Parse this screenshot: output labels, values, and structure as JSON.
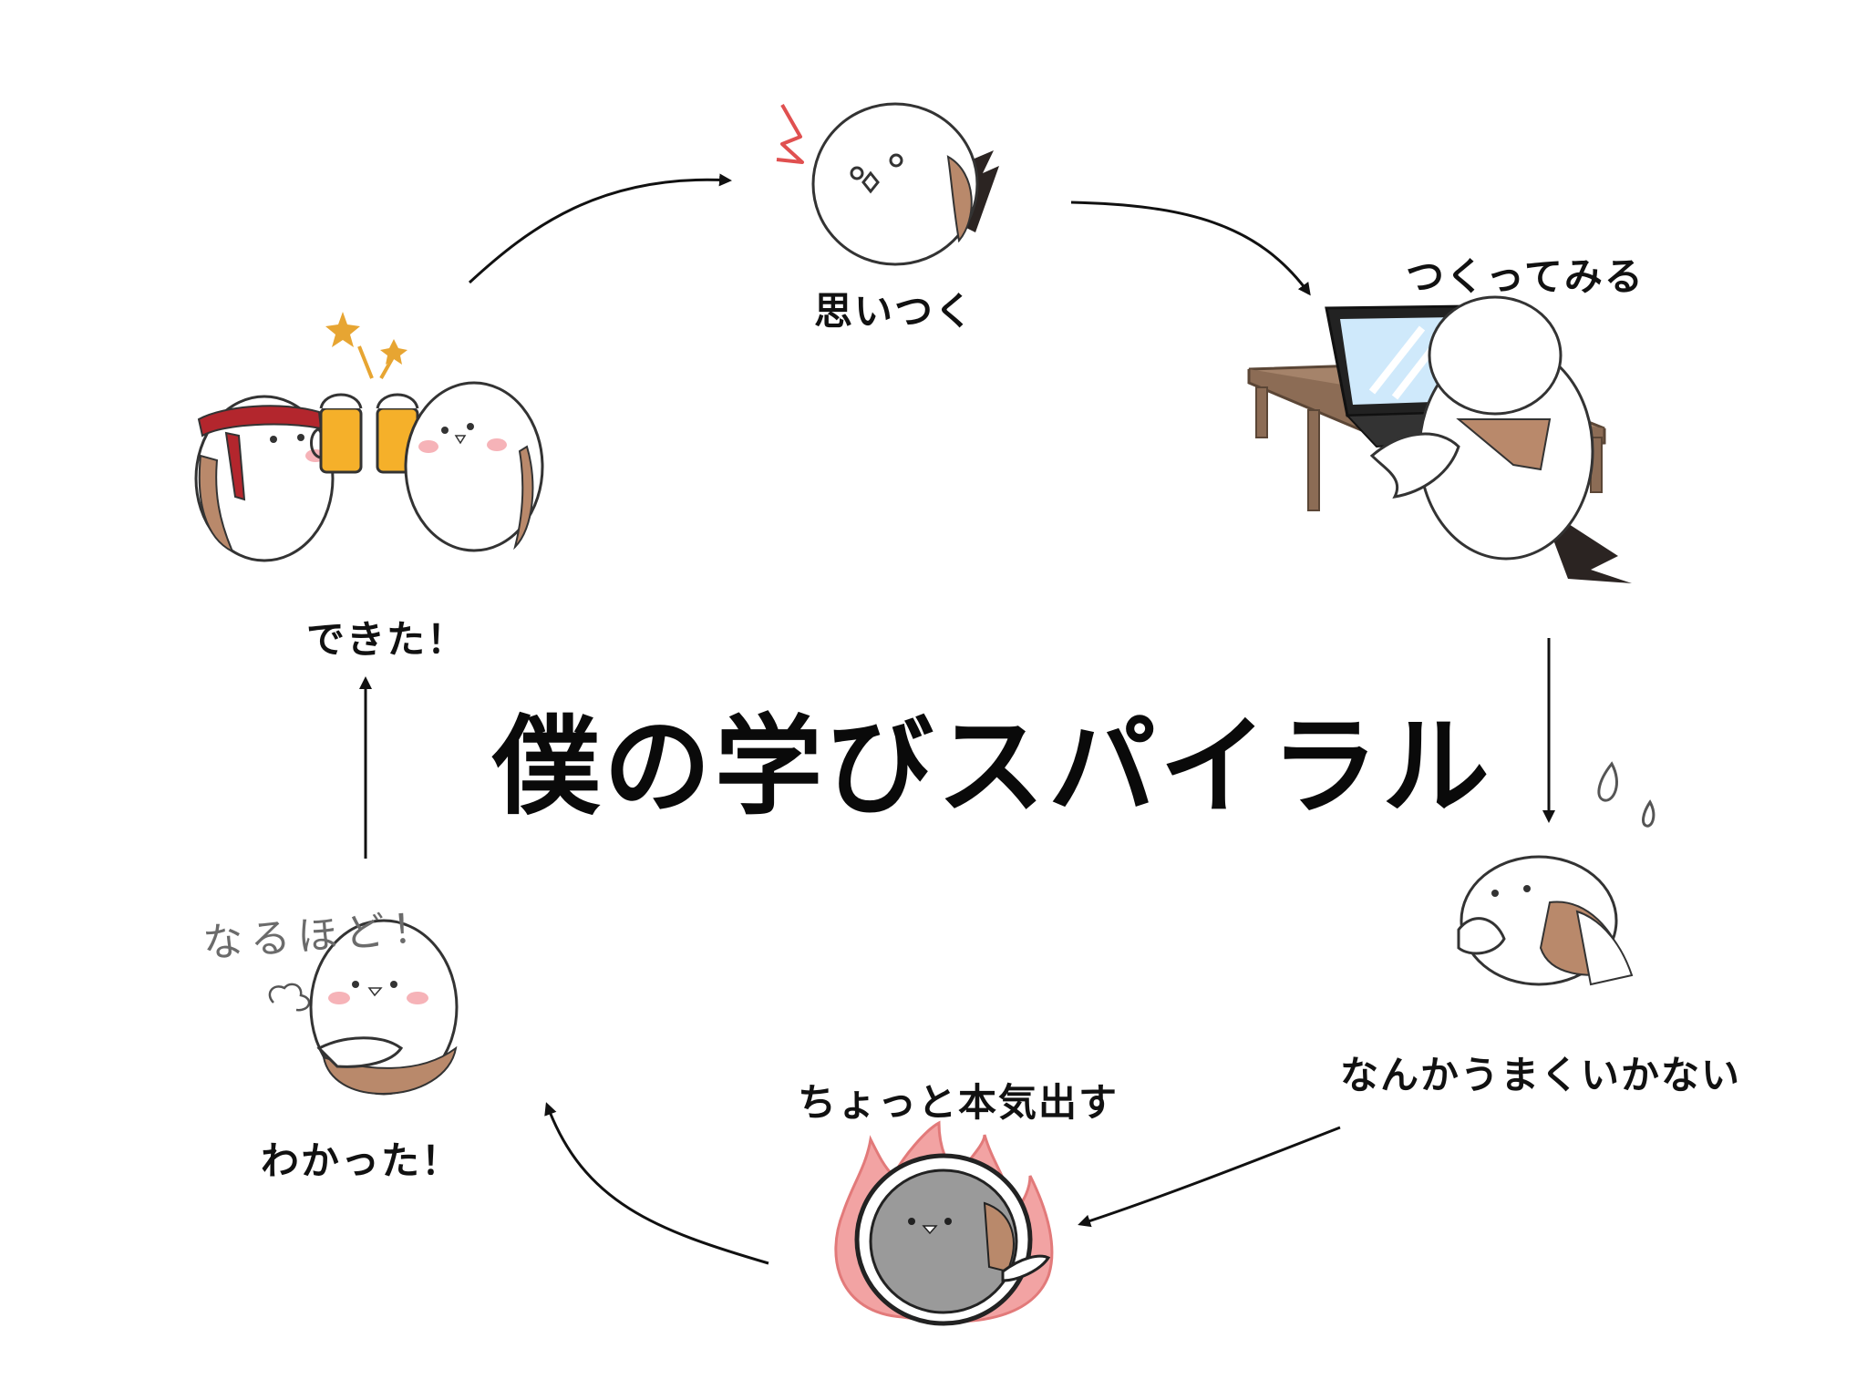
{
  "title": "僕の学びスパイラル",
  "steps": {
    "idea": "思いつく",
    "build": "つくってみる",
    "stuck": "なんかうまくいかない",
    "effort": "ちょっと本気出す",
    "understood": "わかった！",
    "done": "できた！"
  },
  "annotations": {
    "naruhodo": "なるほど！"
  },
  "colors": {
    "ink": "#111111",
    "bird_body": "#ffffff",
    "bird_wing": "#b9896b",
    "bird_tail": "#2b2422",
    "cheek": "#f6b3b8",
    "fire": "#f2a3a3",
    "beer": "#f5b02a",
    "headband": "#b3262d",
    "laptop_screen": "#cfe9fb",
    "table": "#a5836a",
    "sparkle": "#e7a532"
  },
  "icons": [
    "surprised-bird-icon",
    "laptop-bird-icon",
    "worried-bird-icon",
    "flaming-bird-icon",
    "thinking-bird-icon",
    "cheers-birds-icon"
  ]
}
